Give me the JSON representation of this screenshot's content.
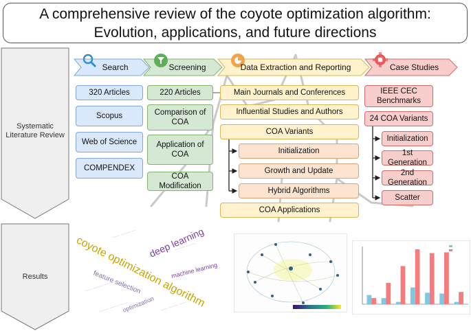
{
  "title": {
    "line1": "A comprehensive review of the coyote optimization algorithm:",
    "line2": "Evolution, applications, and future directions"
  },
  "sidebar": {
    "review_label": "Systematic Literature Review",
    "results_label": "Results"
  },
  "stages": {
    "search": {
      "header": "Search",
      "icon": "magnifier-icon",
      "color": "#dae8fc",
      "items": [
        "320 Articles",
        "Scopus",
        "Web of Science",
        "COMPENDEX"
      ]
    },
    "screening": {
      "header": "Screening",
      "icon": "funnel-icon",
      "color": "#d5e8d4",
      "items": [
        "220 Articles",
        "Comparison of COA",
        "Application of COA",
        "COA Modification"
      ]
    },
    "extraction": {
      "header": "Data Extraction and Reporting",
      "icon": "pie-chart-icon",
      "color": "#fff2cc",
      "items": [
        "Main Journals and Conferences",
        "Influential Studies and Authors",
        "COA Variants",
        "COA Applications"
      ],
      "variants": [
        "Initialization",
        "Growth and Update",
        "Hybrid Algorithms"
      ]
    },
    "case": {
      "header": "Case Studies",
      "icon": "gear-icon",
      "color": "#f8cecc",
      "items": [
        "IEEE CEC Benchmarks",
        "24 COA Variants"
      ],
      "variants": [
        "Initialization",
        "1st Generation",
        "2nd Generation",
        "Scatter"
      ]
    }
  },
  "results": {
    "word_cloud": [
      {
        "text": "coyote optimization algorithm",
        "color": "#c8a400"
      },
      {
        "text": "deep learning",
        "color": "#7b3fa1"
      },
      {
        "text": "machine learning",
        "color": "#7b3fa1"
      },
      {
        "text": "optimization",
        "color": "#8a6fb0"
      },
      {
        "text": "feature selection",
        "color": "#8a6fb0"
      }
    ]
  },
  "chart_data": {
    "type": "bar",
    "series": [
      {
        "color": "#7ec8e3",
        "values": [
          12,
          8,
          3,
          22,
          15,
          14,
          3
        ]
      },
      {
        "color": "#f47c7c",
        "values": [
          8,
          28,
          50,
          72,
          67,
          68,
          16
        ]
      }
    ]
  }
}
